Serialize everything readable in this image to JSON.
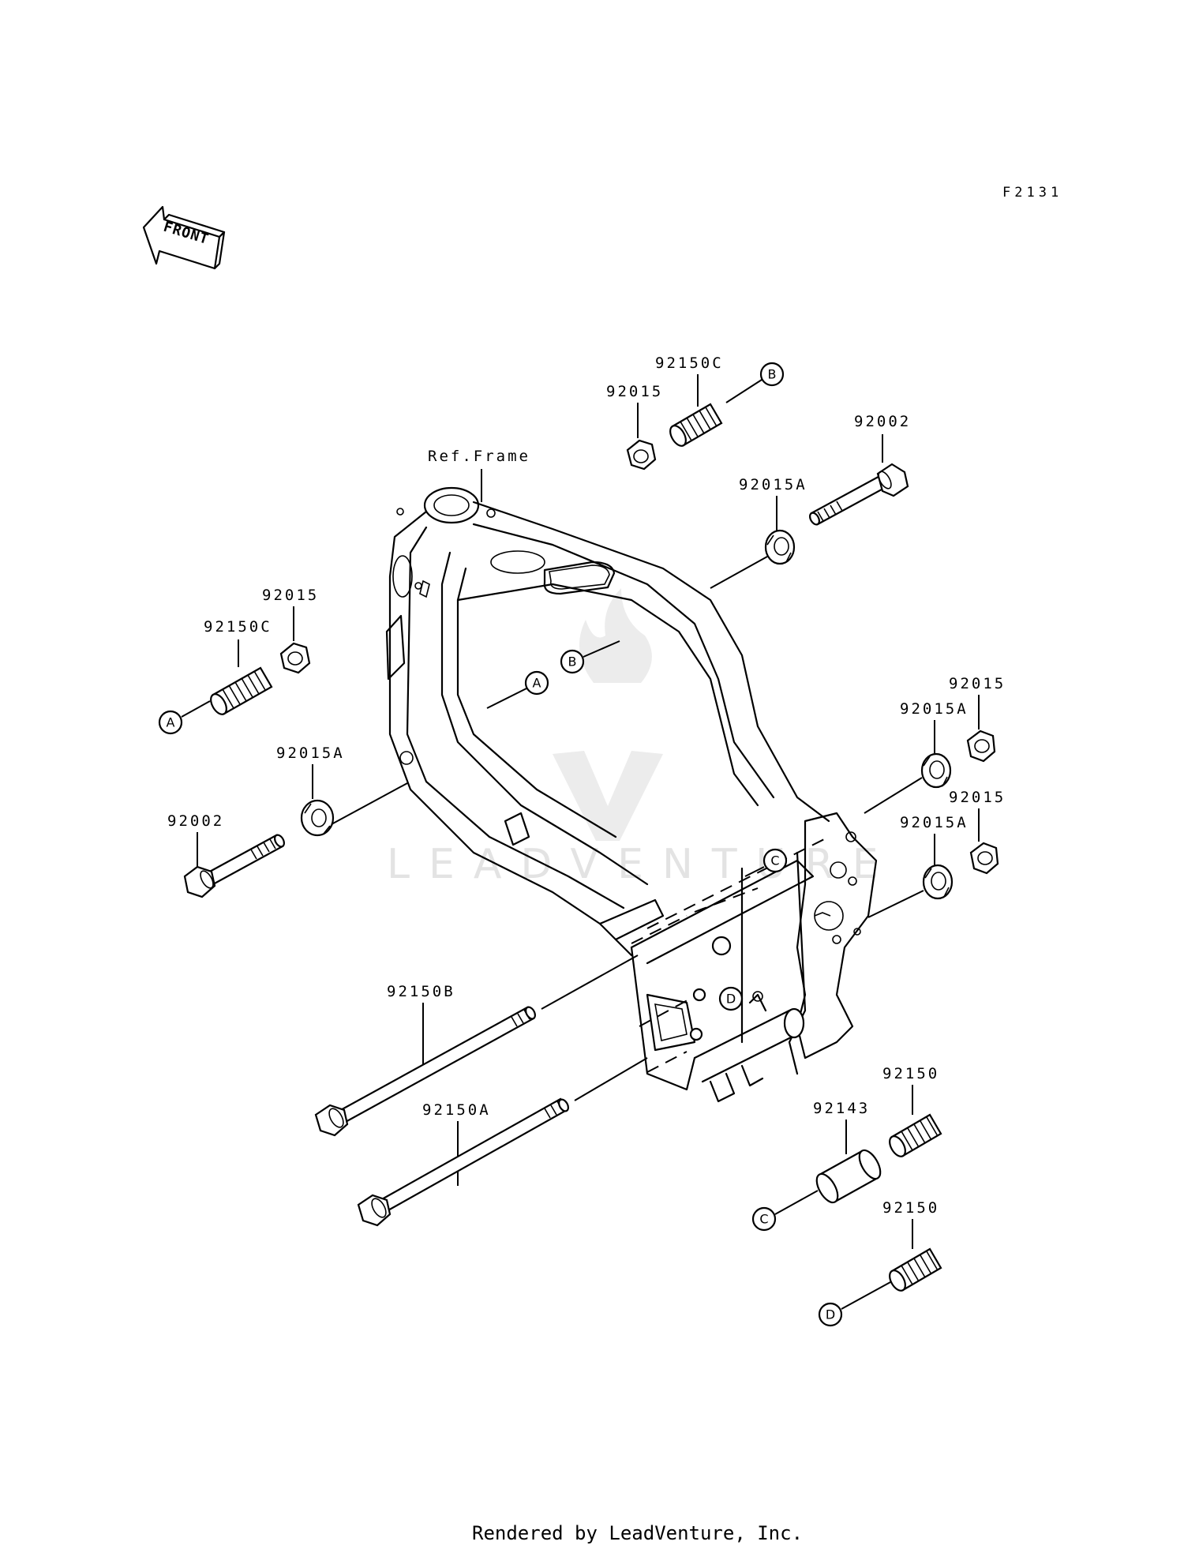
{
  "diagram_code": "F2131",
  "front_arrow_label": "FRONT",
  "ref_label": "Ref.Frame",
  "watermark_text": "LEADVENTURE",
  "footer": "Rendered by LeadVenture, Inc.",
  "callouts": {
    "a1": "A",
    "a2": "A",
    "b1": "B",
    "b2": "B",
    "c1": "C",
    "c2": "C",
    "d1": "D",
    "d2": "D"
  },
  "parts": {
    "p_92150C_top": "92150C",
    "p_92015_top": "92015",
    "p_92002_right": "92002",
    "p_92015A_top": "92015A",
    "p_92015_left": "92015",
    "p_92150C_left": "92150C",
    "p_92015A_left": "92015A",
    "p_92002_left": "92002",
    "p_92015_r1": "92015",
    "p_92015A_r1": "92015A",
    "p_92015_r2": "92015",
    "p_92015A_r2": "92015A",
    "p_92150B": "92150B",
    "p_92150A": "92150A",
    "p_92143": "92143",
    "p_92150_a": "92150",
    "p_92150_b": "92150"
  }
}
